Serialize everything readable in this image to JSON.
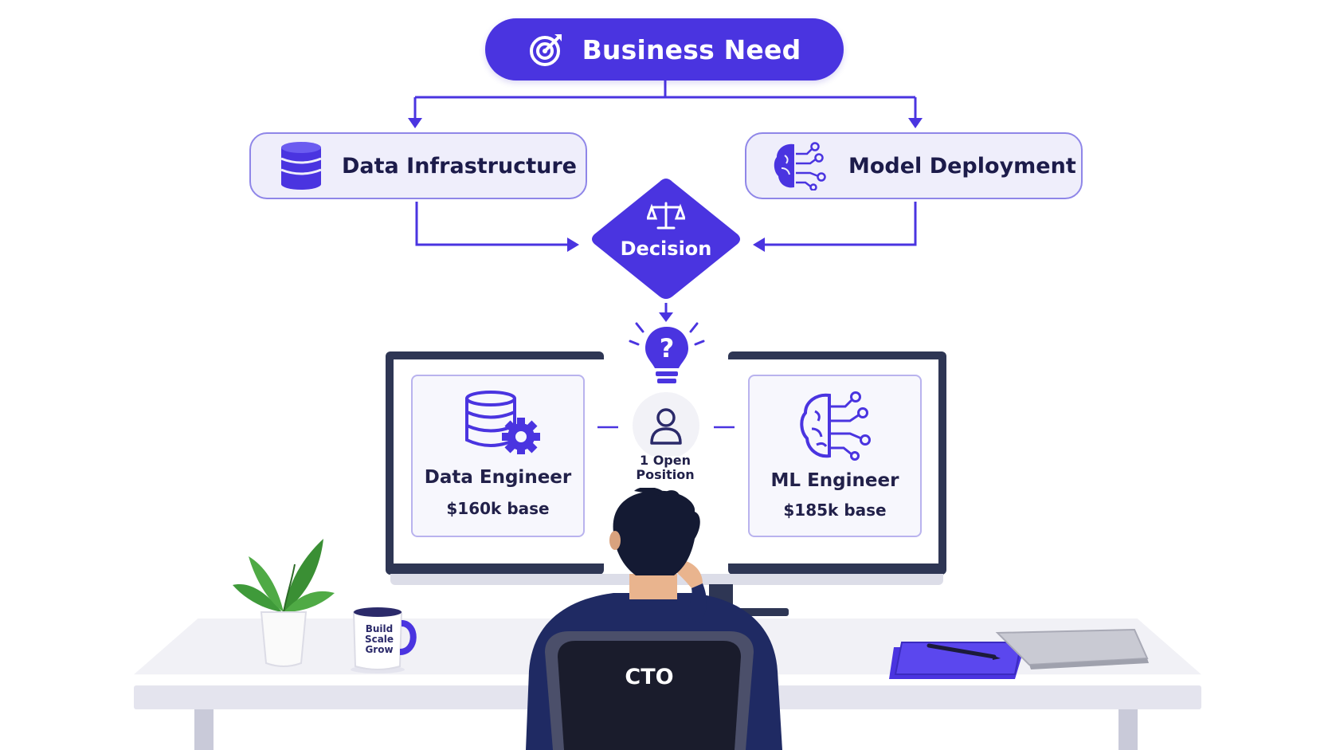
{
  "flow": {
    "top": {
      "label": "Business Need",
      "icon": "target-icon"
    },
    "left": {
      "label": "Data Infrastructure",
      "icon": "database-icon"
    },
    "right": {
      "label": "Model Deployment",
      "icon": "brain-network-icon"
    },
    "decision": {
      "label": "Decision",
      "icon": "scales-icon"
    },
    "question_icon": "lightbulb-question-icon"
  },
  "roles": {
    "left": {
      "title": "Data Engineer",
      "salary": "$160k base",
      "icon": "database-gear-icon"
    },
    "right": {
      "title": "ML Engineer",
      "salary": "$185k base",
      "icon": "brain-network-icon"
    },
    "center": {
      "label_line1": "1 Open",
      "label_line2": "Position",
      "icon": "person-icon"
    }
  },
  "scene": {
    "chair_label": "CTO",
    "mug_line1": "Build",
    "mug_line2": "Scale",
    "mug_line3": "Grow"
  },
  "colors": {
    "accent": "#4a34e0",
    "box_fill": "#efeefb",
    "box_border": "#8f86e8",
    "text_dark": "#1c1b4a",
    "monitor_frame": "#2e3654",
    "desk": "#f1f1f6",
    "shirt": "#1f2a63"
  }
}
